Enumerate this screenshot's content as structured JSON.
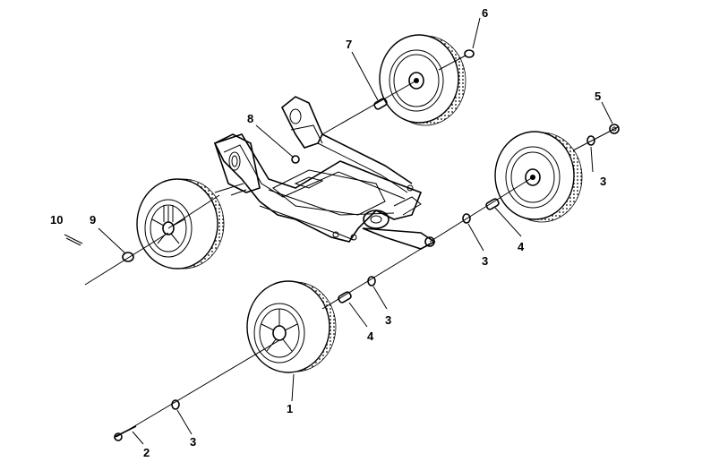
{
  "diagram": {
    "part_labels": [
      {
        "id": "p1",
        "text": "1"
      },
      {
        "id": "p2",
        "text": "2"
      },
      {
        "id": "p3a",
        "text": "3"
      },
      {
        "id": "p3b",
        "text": "3"
      },
      {
        "id": "p3c",
        "text": "3"
      },
      {
        "id": "p3d",
        "text": "3"
      },
      {
        "id": "p4a",
        "text": "4"
      },
      {
        "id": "p4b",
        "text": "4"
      },
      {
        "id": "p5",
        "text": "5"
      },
      {
        "id": "p6",
        "text": "6"
      },
      {
        "id": "p7",
        "text": "7"
      },
      {
        "id": "p8",
        "text": "8"
      },
      {
        "id": "p9",
        "text": "9"
      },
      {
        "id": "p10",
        "text": "10"
      }
    ]
  }
}
